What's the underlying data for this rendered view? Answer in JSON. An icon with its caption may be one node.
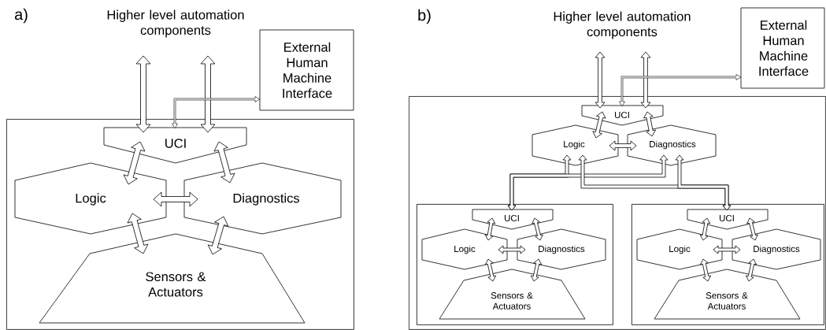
{
  "diagram": {
    "nodes": [
      {
        "text": [
          "Higher level automation components"
        ]
      },
      {
        "text": [
          "External Human Machine Interface"
        ]
      },
      {
        "text": [],
        "shape": "box"
      },
      {
        "text": [
          "UCI"
        ],
        "in": 2
      },
      {
        "text": [
          "Logic"
        ],
        "in": 2
      },
      {
        "text": [
          "Diagnostics"
        ],
        "in": 2
      },
      {
        "text": [
          "Sensors & Actuators"
        ],
        "in": 2
      },
      {
        "text": [
          "Higher level automation components"
        ]
      },
      {
        "text": [
          "External Human Machine Interface"
        ]
      },
      {
        "text": [],
        "shape": "box"
      },
      {
        "text": [
          "UCI"
        ],
        "in": 9
      },
      {
        "text": [
          "Logic"
        ],
        "in": 9
      },
      {
        "text": [
          "Diagnostics"
        ],
        "in": 9
      },
      {
        "text": [],
        "shape": "box",
        "in": 9
      },
      {
        "text": [
          "UCI"
        ],
        "in": 13
      },
      {
        "text": [
          "Logic"
        ],
        "in": 13
      },
      {
        "text": [
          "Diagnostics"
        ],
        "in": 13
      },
      {
        "text": [
          "Sensors & Actuators"
        ],
        "in": 13
      },
      {
        "text": [],
        "shape": "box",
        "in": 9
      },
      {
        "text": [
          "UCI"
        ],
        "in": 18
      },
      {
        "text": [
          "Logic"
        ],
        "in": 18
      },
      {
        "text": [
          "Diagnostics"
        ],
        "in": 18
      },
      {
        "text": [
          "Sensors & Actuators"
        ],
        "in": 18
      }
    ],
    "edges": [
      {
        "from": 0,
        "to": 3,
        "arrow": "both"
      },
      {
        "from": 0,
        "to": 3,
        "arrow": "both"
      },
      {
        "from": 3,
        "to": 1,
        "arrow": "both"
      },
      {
        "from": 3,
        "to": 4,
        "arrow": "both"
      },
      {
        "from": 3,
        "to": 5,
        "arrow": "both"
      },
      {
        "from": 4,
        "to": 5,
        "arrow": "both"
      },
      {
        "from": 4,
        "to": 6,
        "arrow": "both"
      },
      {
        "from": 5,
        "to": 6,
        "arrow": "both"
      },
      {
        "from": 7,
        "to": 10,
        "arrow": "both"
      },
      {
        "from": 7,
        "to": 10,
        "arrow": "both"
      },
      {
        "from": 10,
        "to": 8,
        "arrow": "both"
      },
      {
        "from": 10,
        "to": 11,
        "arrow": "both"
      },
      {
        "from": 10,
        "to": 12,
        "arrow": "both"
      },
      {
        "from": 11,
        "to": 12,
        "arrow": "both"
      },
      {
        "from": 11,
        "to": 14,
        "arrow": "both"
      },
      {
        "from": 12,
        "to": 14,
        "arrow": "both"
      },
      {
        "from": 11,
        "to": 19,
        "arrow": "both"
      },
      {
        "from": 12,
        "to": 19,
        "arrow": "both"
      },
      {
        "from": 14,
        "to": 15,
        "arrow": "both"
      },
      {
        "from": 14,
        "to": 16,
        "arrow": "both"
      },
      {
        "from": 15,
        "to": 16,
        "arrow": "both"
      },
      {
        "from": 15,
        "to": 17,
        "arrow": "both"
      },
      {
        "from": 16,
        "to": 17,
        "arrow": "both"
      },
      {
        "from": 19,
        "to": 20,
        "arrow": "both"
      },
      {
        "from": 19,
        "to": 21,
        "arrow": "both"
      },
      {
        "from": 20,
        "to": 21,
        "arrow": "both"
      },
      {
        "from": 20,
        "to": 22,
        "arrow": "both"
      },
      {
        "from": 21,
        "to": 22,
        "arrow": "both"
      }
    ],
    "labels": [
      "a)",
      "b)"
    ]
  }
}
